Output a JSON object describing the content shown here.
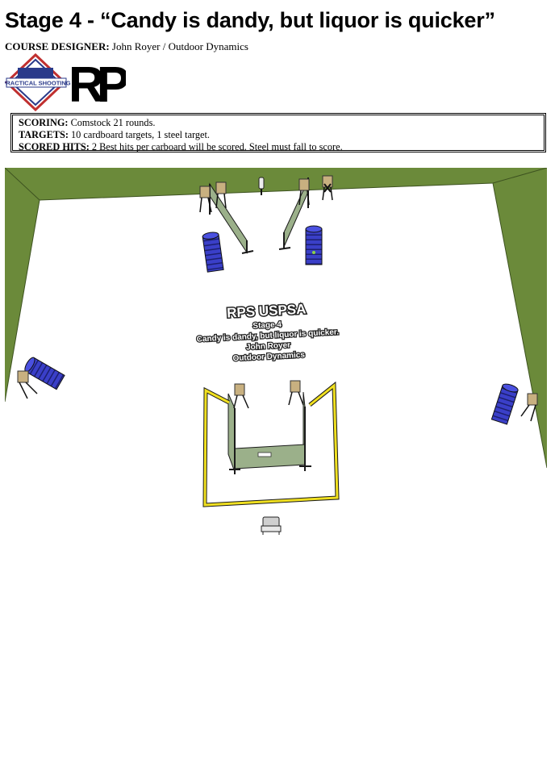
{
  "header": {
    "title": "Stage 4 - “Candy is dandy, but liquor is quicker”",
    "designer_label": "COURSE DESIGNER:",
    "designer_value": " John Royer / Outdoor Dynamics"
  },
  "logos": {
    "uspsa_logo_text": "PRACTICAL SHOOTING",
    "rp_logo_text": "RP"
  },
  "scoring": {
    "scoring_label": "SCORING:",
    "scoring_value": " Comstock 21 rounds.",
    "targets_label": "TARGETS:",
    "targets_value": " 10 cardboard targets, 1 steel target.",
    "hits_label": "SCORED HITS:",
    "hits_value": " 2 Best hits per carboard will be scored. Steel must fall to score."
  },
  "stage_diagram": {
    "sign_title": "RPS USPSA",
    "sign_line1": "Stage 4",
    "sign_line2": "Candy is dandy, but liquor is quicker.",
    "sign_line3": "John Royer",
    "sign_line4": "Outdoor Dynamics",
    "colors": {
      "berm": "#6b8a3a",
      "floor": "#ffffff",
      "fault_line": "#f0e020",
      "barrel": "#3a3fc8",
      "wall": "#9bb08a",
      "target": "#c8b080"
    }
  }
}
